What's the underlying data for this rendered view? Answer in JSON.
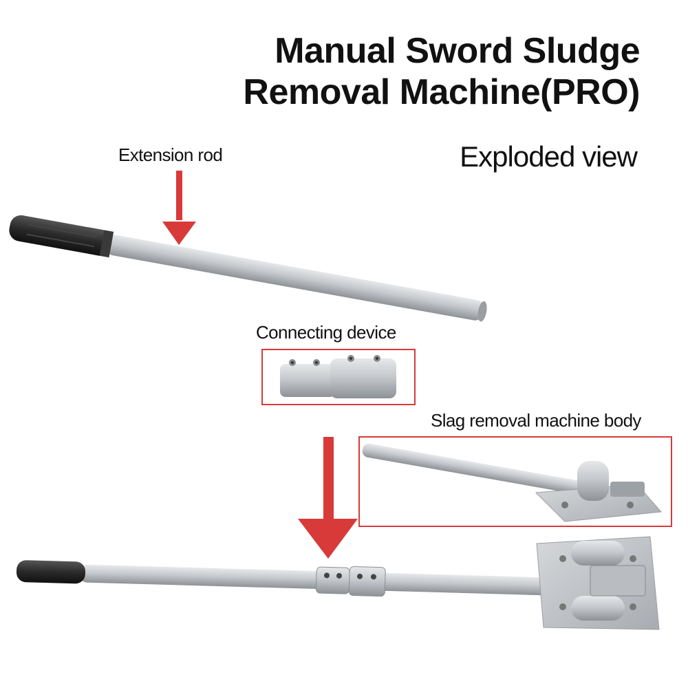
{
  "title": {
    "line1": "Manual Sword Sludge",
    "line2": "Removal Machine(PRO)"
  },
  "subtitle": "Exploded view",
  "labels": {
    "extension_rod": "Extension rod",
    "connecting_device": "Connecting device",
    "machine_body": "Slag removal machine body"
  },
  "colors": {
    "accent_red": "#d83a3a",
    "metal": "#c9ccd0",
    "grip": "#2b2b2b"
  },
  "icons": [
    "down-arrow-icon",
    "down-arrow-icon"
  ]
}
